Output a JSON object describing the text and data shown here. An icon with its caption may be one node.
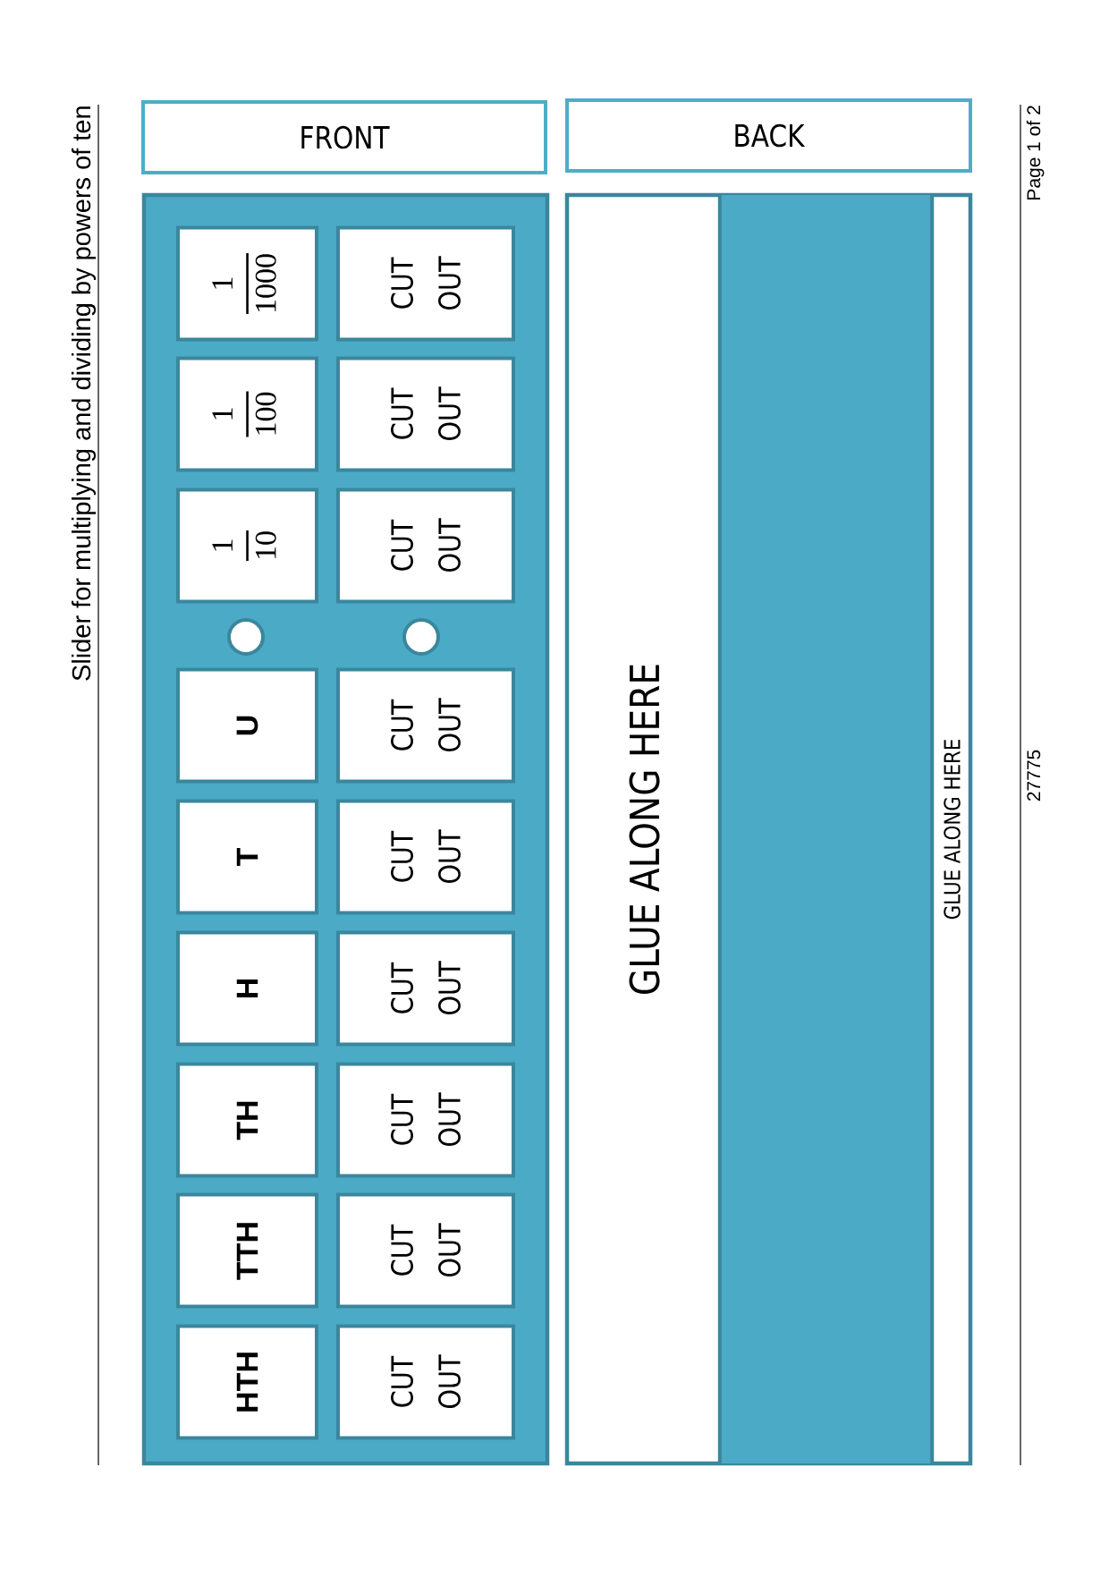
{
  "diagram": {
    "title": "Slider for multiplying and dividing by powers of ten",
    "nodes": [
      {
        "text": [
          "FRONT"
        ]
      },
      {
        "text": [
          "BACK"
        ]
      },
      {
        "text": [],
        "shape": "box"
      },
      {
        "text": [
          "HTH"
        ],
        "in": 2
      },
      {
        "text": [
          "TTH"
        ],
        "in": 2
      },
      {
        "text": [
          "TH"
        ],
        "in": 2
      },
      {
        "text": [
          "H"
        ],
        "in": 2
      },
      {
        "text": [
          "T"
        ],
        "in": 2
      },
      {
        "text": [
          "U"
        ],
        "in": 2
      },
      {
        "text": [
          "1",
          "10"
        ],
        "in": 2
      },
      {
        "text": [
          "1",
          "100"
        ],
        "in": 2
      },
      {
        "text": [
          "1",
          "1000"
        ],
        "in": 2
      },
      {
        "text": [
          "CUT OUT"
        ],
        "in": 2
      },
      {
        "text": [
          "CUT OUT"
        ],
        "in": 2
      },
      {
        "text": [
          "CUT OUT"
        ],
        "in": 2
      },
      {
        "text": [
          "CUT OUT"
        ],
        "in": 2
      },
      {
        "text": [
          "CUT OUT"
        ],
        "in": 2
      },
      {
        "text": [
          "CUT OUT"
        ],
        "in": 2
      },
      {
        "text": [
          "CUT OUT"
        ],
        "in": 2
      },
      {
        "text": [
          "CUT OUT"
        ],
        "in": 2
      },
      {
        "text": [
          "CUT OUT"
        ],
        "in": 2
      },
      {
        "text": [],
        "shape": "box"
      },
      {
        "text": [
          "GLUE ALONG HERE"
        ],
        "in": 21
      },
      {
        "text": [],
        "shape": "bar",
        "in": 21
      },
      {
        "text": [
          "GLUE ALONG HERE"
        ],
        "in": 21
      }
    ],
    "labels": [
      "27775",
      "Page 1 of 2"
    ]
  }
}
